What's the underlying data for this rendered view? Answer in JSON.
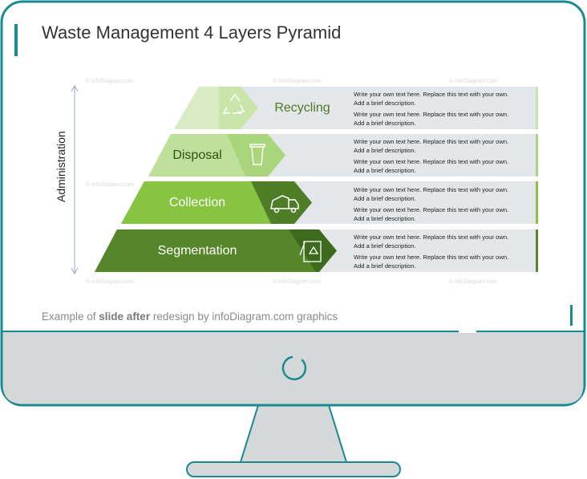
{
  "slide": {
    "title": "Waste Management 4 Layers Pyramid",
    "axis_label": "Administration",
    "watermark": "© infoDiagram.com"
  },
  "layers": [
    {
      "label": "Recycling",
      "icon": "recycle-icon",
      "text1": "Write your own text here. Replace this text with your own.",
      "text1b": "Add a brief description.",
      "text2": "Write your own text here. Replace this text with your own.",
      "text2b": "Add a brief description."
    },
    {
      "label": "Disposal",
      "icon": "trash-bin-icon",
      "text1": "Write your own text here. Replace this text with your own.",
      "text1b": "Add a brief description.",
      "text2": "Write your own text here. Replace this text with your own.",
      "text2b": "Add a brief description."
    },
    {
      "label": "Collection",
      "icon": "garbage-truck-icon",
      "text1": "Write your own text here. Replace this text with your own.",
      "text1b": "Add a brief description.",
      "text2": "Write your own text here. Replace this text with your own.",
      "text2b": "Add a brief description."
    },
    {
      "label": "Segmentation",
      "icon": "sorting-bin-icon",
      "text1": "Write your own text here. Replace this text with your own.",
      "text1b": "Add a brief description.",
      "text2": "Write your own text here. Replace this text with your own.",
      "text2b": "Add a brief description."
    }
  ],
  "footer": {
    "prefix": "Example of ",
    "bold": "slide after",
    "suffix": " redesign by infoDiagram.com graphics"
  },
  "colors": {
    "frame": "#1a8a92",
    "monitor_body": "#d5d8d9",
    "panel": "#e4e7ea",
    "recycling": "#c9e5a9",
    "disposal": "#a9d57c",
    "collection": "#86c441",
    "segmentation": "#56862a"
  }
}
